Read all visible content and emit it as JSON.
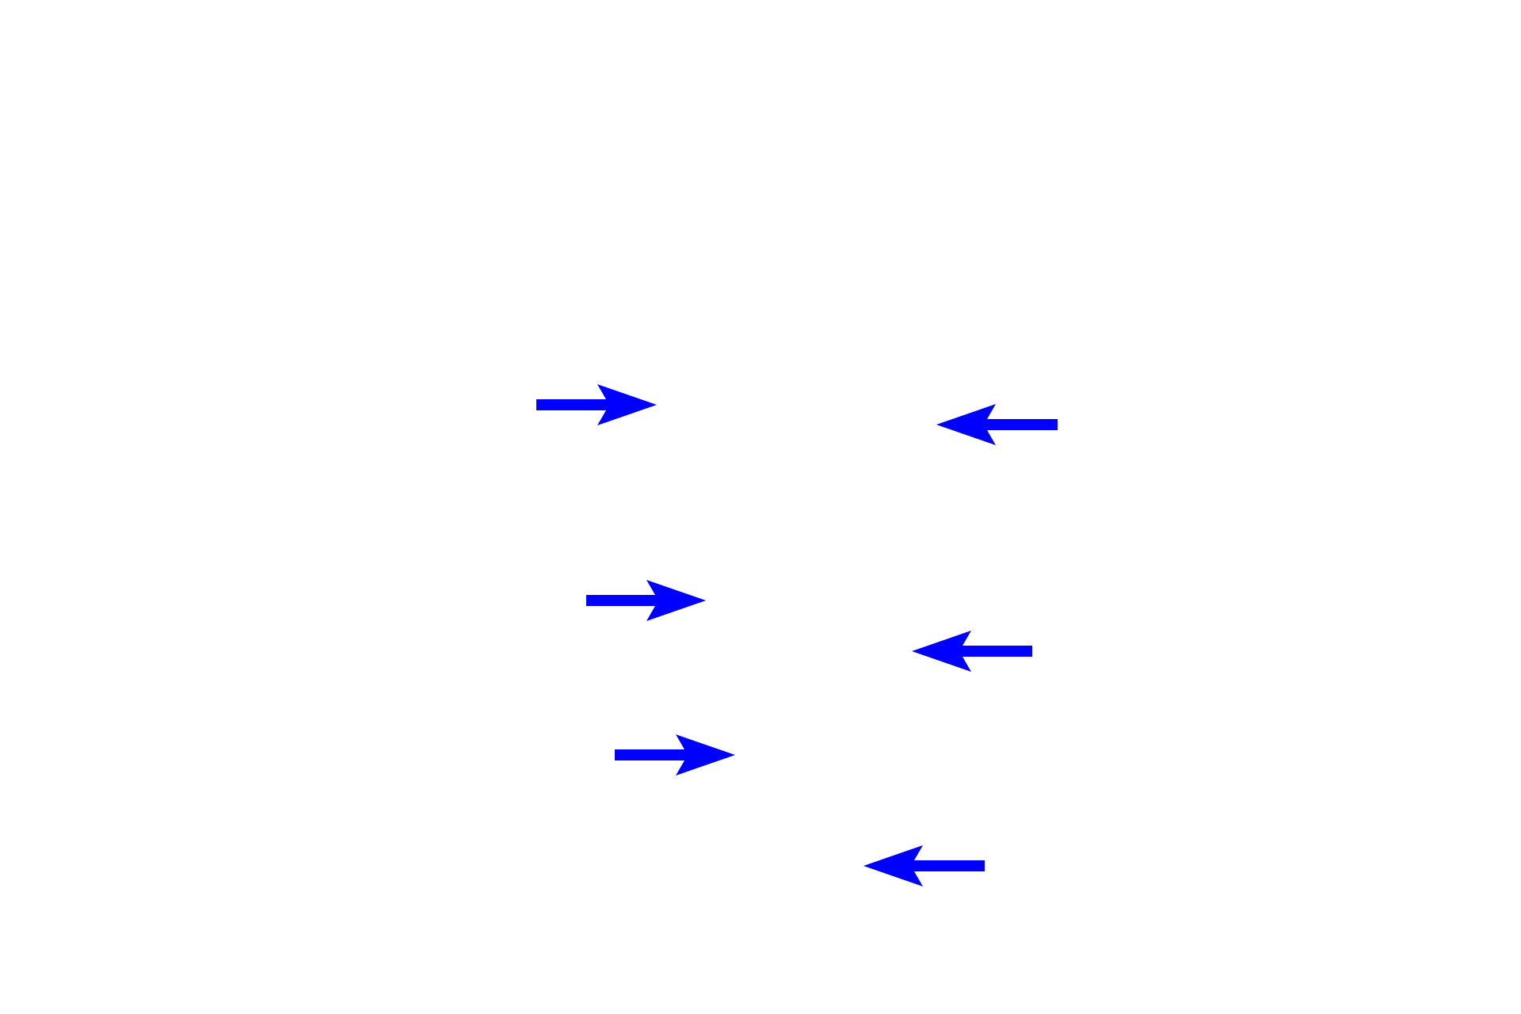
{
  "diagram": {
    "arrow_color": "#0000ff",
    "background": "#ffffff",
    "arrows": [
      {
        "direction": "right"
      },
      {
        "direction": "left"
      },
      {
        "direction": "right"
      },
      {
        "direction": "left"
      },
      {
        "direction": "right"
      },
      {
        "direction": "left"
      }
    ]
  }
}
